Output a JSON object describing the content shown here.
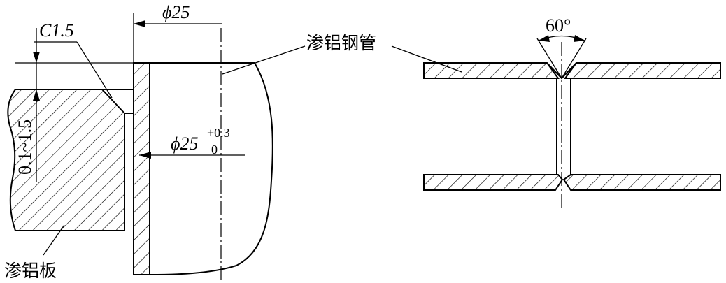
{
  "labels": {
    "chamfer": "C1.5",
    "clearance": "0.1~1.5",
    "outer_diameter": "ϕ25",
    "inner_diameter_main": "ϕ25",
    "inner_diameter_upper": "+0.3",
    "inner_diameter_lower": "0",
    "pipe_name": "渗铝钢管",
    "plate_name": "渗铝板",
    "groove_angle": "60°"
  }
}
